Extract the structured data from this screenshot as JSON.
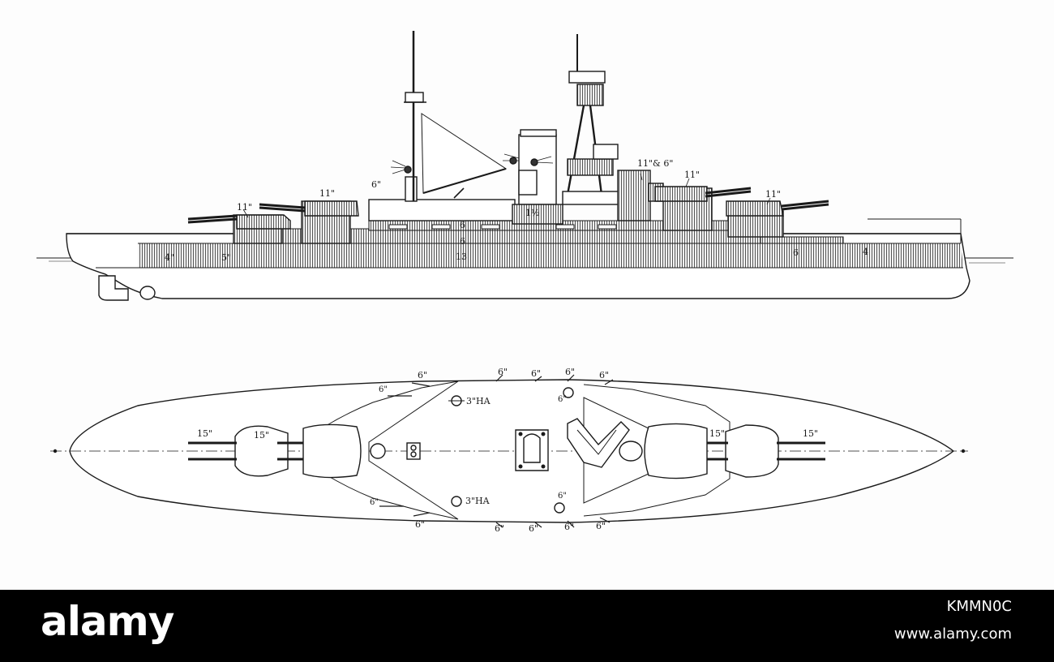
{
  "profile_labels": {
    "turret_aft_far": "11\"",
    "turret_aft": "11\"",
    "aft_6": "6\"",
    "bridge": "11\"& 6\"",
    "turret_fwd": "11\"",
    "turret_fwd_far": "11\"",
    "belt_aft_end": "4\"",
    "belt_aft": "5\"",
    "belt_main": "13",
    "upper_belt": "6",
    "casemate_belt": "6",
    "funnel_base": "1½",
    "belt_fwd": "6",
    "belt_fwd_end": "4"
  },
  "plan_labels": {
    "top_6a": "6\"",
    "top_6b": "6\"",
    "top_6c": "6\"",
    "top_6d": "6\"",
    "top_6e": "6\"",
    "top_6_inner_a": "6\"",
    "top_6_inner_b": "6\"",
    "ha_top": "3\"HA",
    "ha_bottom": "3\"HA",
    "bot_6_inner_a": "6\"",
    "bot_6_inner_b": "6\"",
    "bot_6a": "6\"",
    "bot_6b": "6\"",
    "bot_6c": "6\"",
    "bot_6d": "6\"",
    "bot_6e": "6\"",
    "t15_aft_far": "15\"",
    "t15_aft": "15\"",
    "t15_fwd": "15\"",
    "t15_fwd_far": "15\""
  },
  "watermark": {
    "logo": "alamy",
    "image_id": "KMMN0C",
    "url": "www.alamy.com"
  }
}
